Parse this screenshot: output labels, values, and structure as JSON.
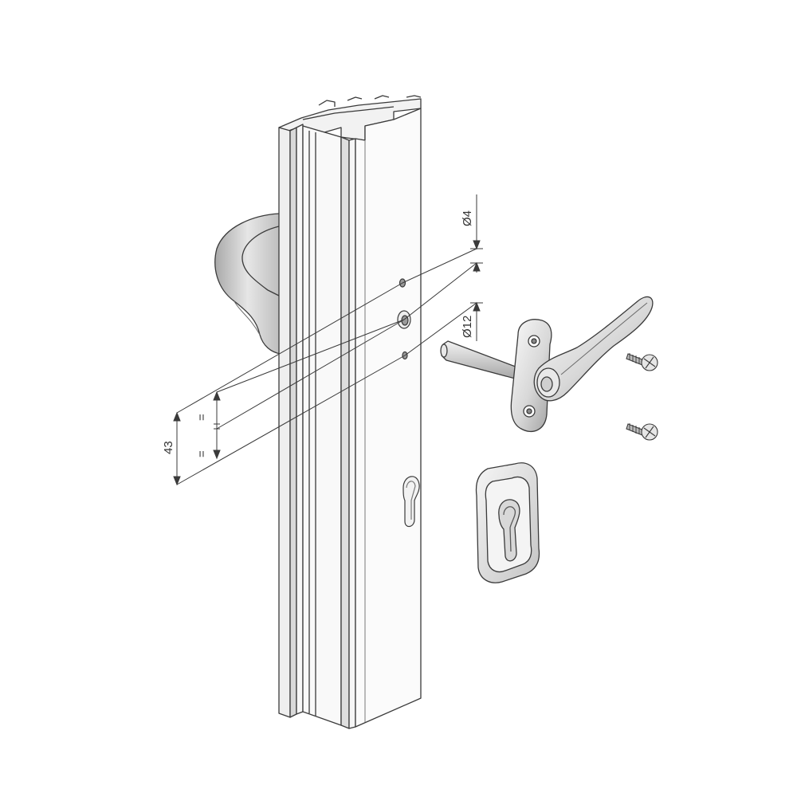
{
  "diagram": {
    "dimensions": {
      "hole_diameter_small": "Ø4",
      "hole_diameter_large": "Ø12",
      "hole_spacing": "43",
      "equal_mark_top": "=",
      "equal_mark_bottom": "="
    },
    "colors": {
      "line": "#3a3a3a",
      "metal_light": "#f4f4f4",
      "metal_mid": "#d6d6d6",
      "metal_dark": "#9a9a9a",
      "background": "#ffffff"
    }
  }
}
